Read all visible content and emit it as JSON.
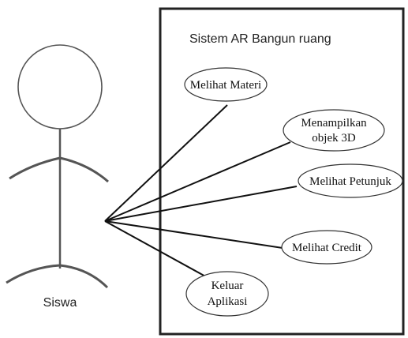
{
  "system": {
    "title": "Sistem AR Bangun ruang"
  },
  "actor": {
    "name": "Siswa"
  },
  "use_cases": [
    {
      "id": "melihat-materi",
      "lines": [
        "Melihat Materi"
      ]
    },
    {
      "id": "menampilkan-objek-3d",
      "lines": [
        "Menampilkan",
        "objek 3D"
      ]
    },
    {
      "id": "melihat-petunjuk",
      "lines": [
        "Melihat Petunjuk"
      ]
    },
    {
      "id": "melihat-credit",
      "lines": [
        "Melihat Credit"
      ]
    },
    {
      "id": "keluar-aplikasi",
      "lines": [
        "Keluar",
        "Aplikasi"
      ]
    }
  ]
}
